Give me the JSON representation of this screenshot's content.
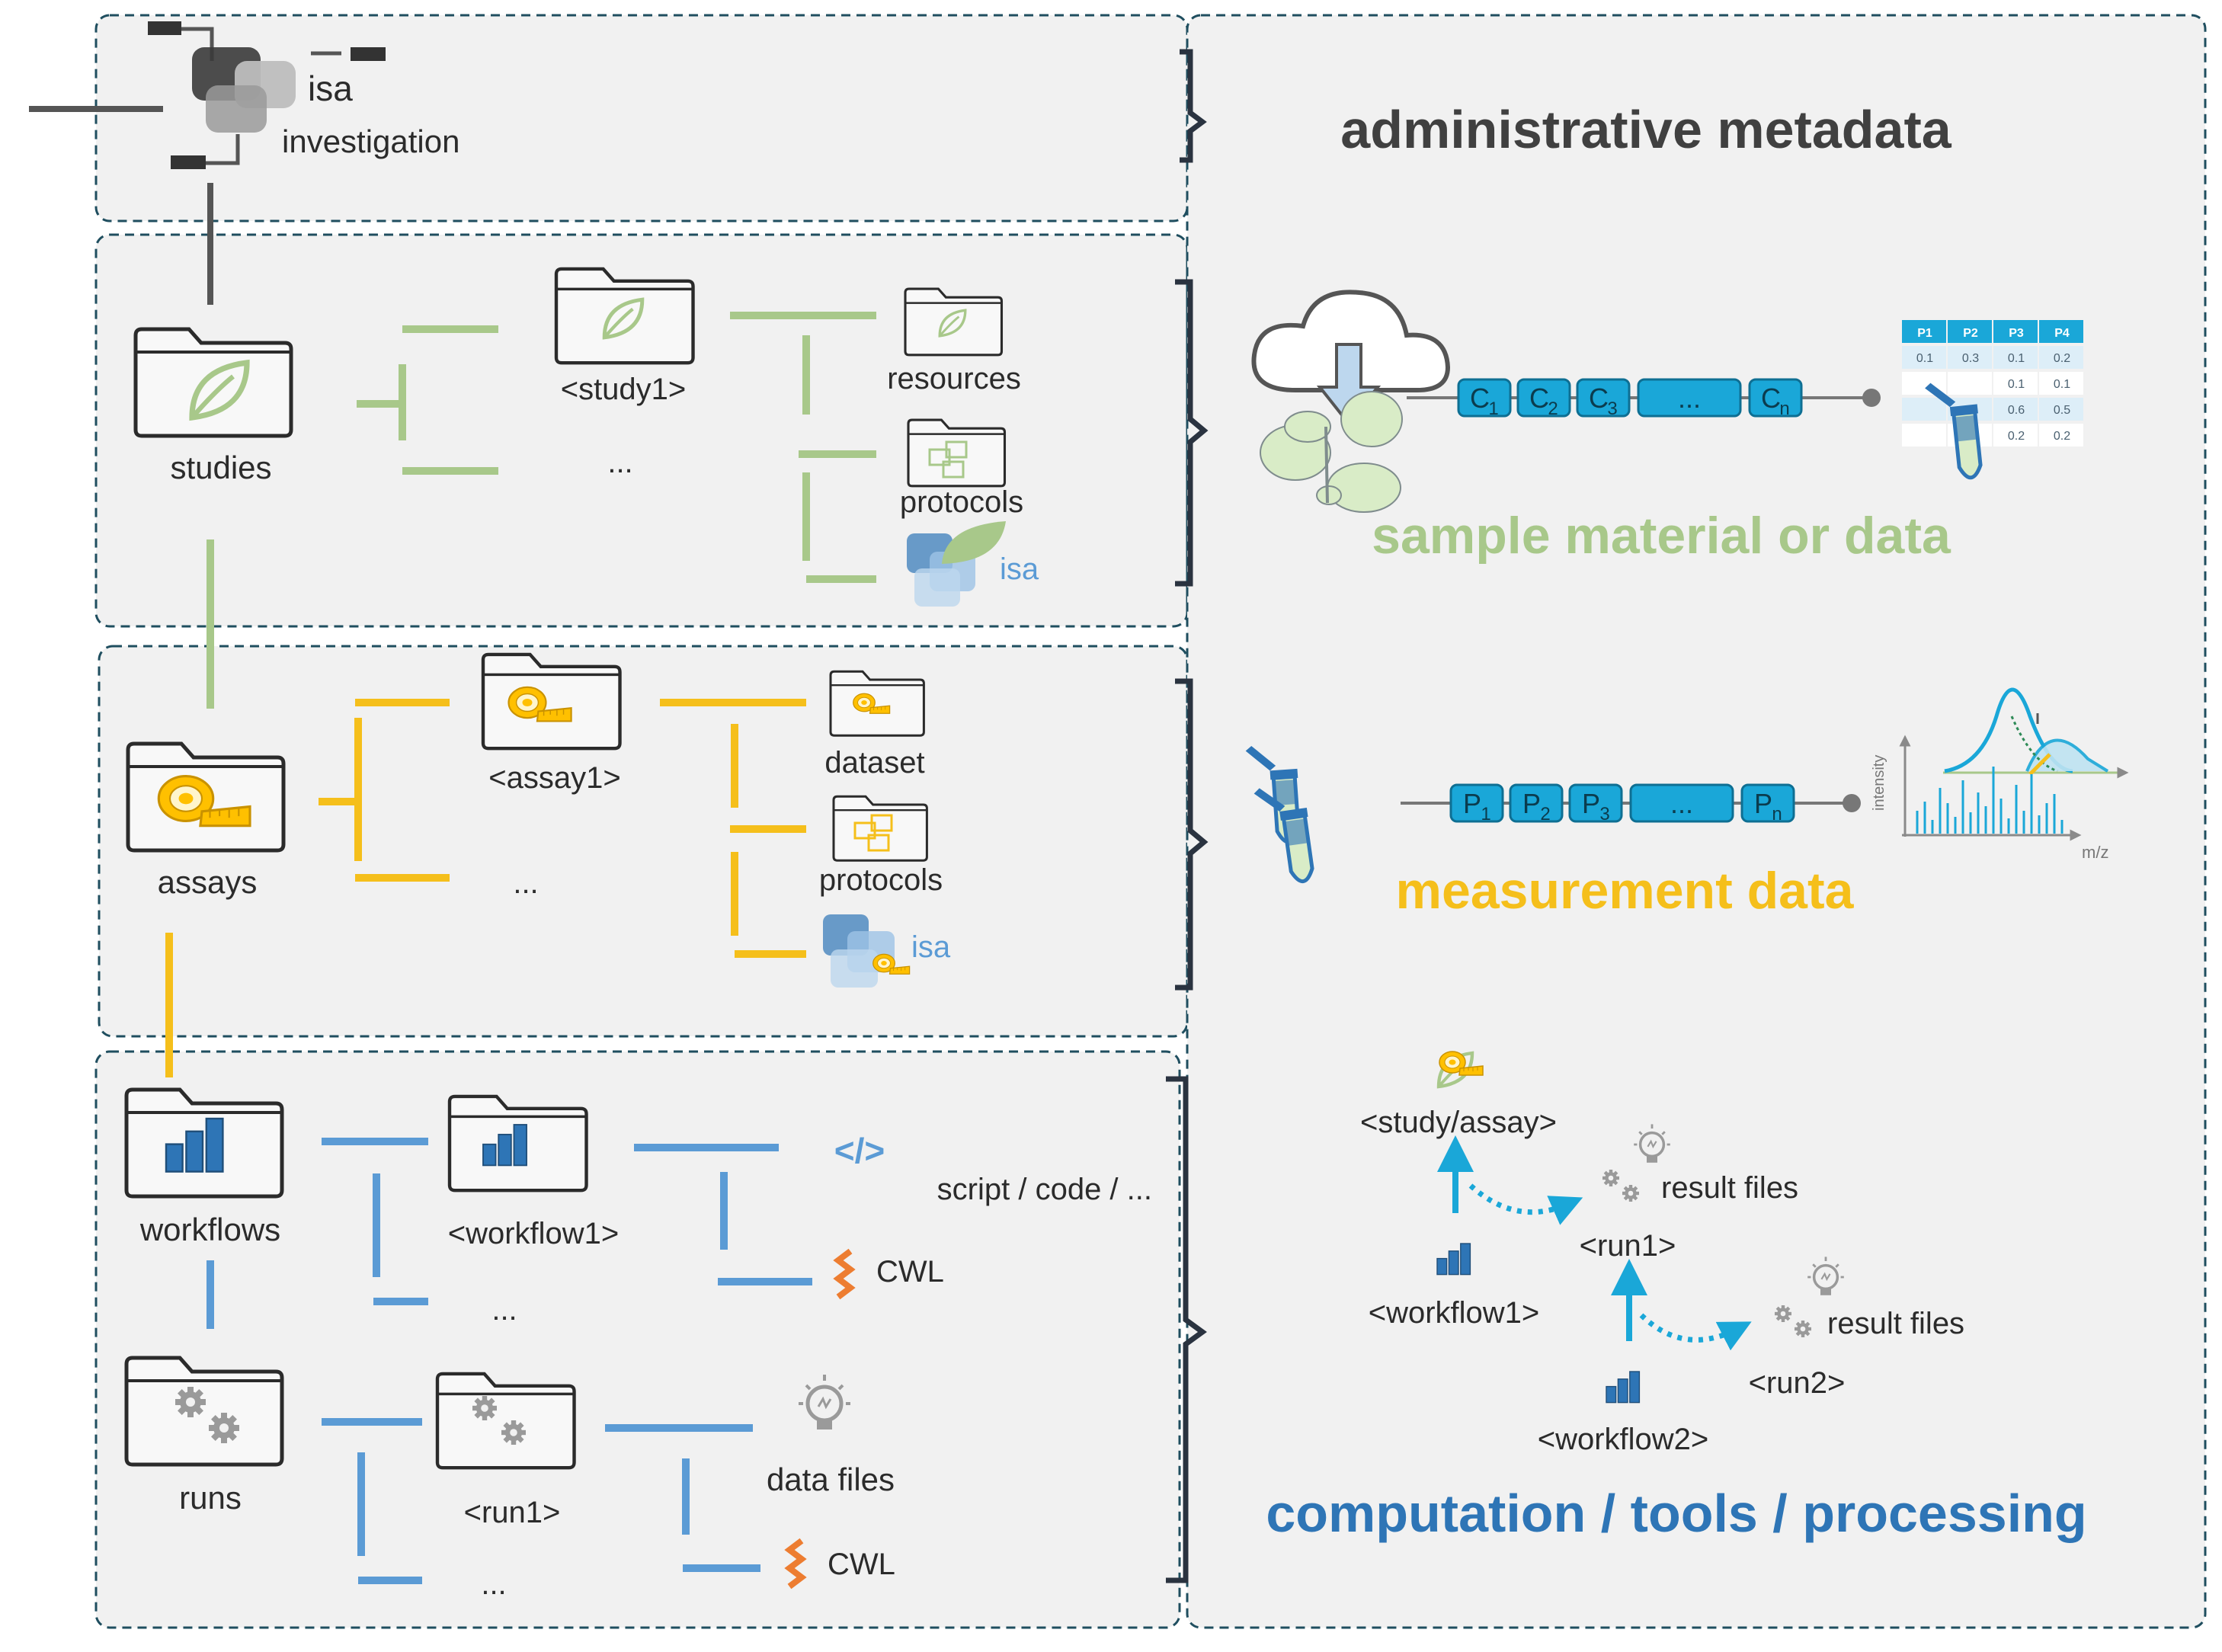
{
  "colors": {
    "panel_bg": "#f1f1f1",
    "panel_border": "#1f4e5f",
    "gray": "#555555",
    "green": "#a8c88a",
    "yellow": "#f5bf1b",
    "blue": "#5b9bd5",
    "dark_blue": "#2e75b6",
    "cyan": "#1aa7d8",
    "orange": "#ed7d31",
    "bracket": "#2a3340"
  },
  "investigation": {
    "label": "investigation",
    "logo_text": "isa"
  },
  "studies": {
    "label": "studies",
    "study1": "<study1>",
    "ellipsis": "...",
    "resources": "resources",
    "protocols": "protocols",
    "logo_text": "isa"
  },
  "assays": {
    "label": "assays",
    "assay1": "<assay1>",
    "ellipsis": "...",
    "dataset": "dataset",
    "protocols": "protocols",
    "logo_text": "isa"
  },
  "workflows": {
    "label": "workflows",
    "workflow1": "<workflow1>",
    "ellipsis": "...",
    "script": "script / code /  ...",
    "code_icon": "</>",
    "cwl": "CWL"
  },
  "runs": {
    "label": "runs",
    "run1": "<run1>",
    "ellipsis": "...",
    "data_files": "data files",
    "cwl": "CWL"
  },
  "right": {
    "admin_title": "administrative metadata",
    "sample_title": "sample material or data",
    "measurement_title": "measurement data",
    "computation_title": "computation / tools / processing",
    "sample_chain": [
      "C",
      "C",
      "C",
      "...",
      "C"
    ],
    "sample_chain_subs": [
      "1",
      "2",
      "3",
      "",
      "n"
    ],
    "measure_chain": [
      "P",
      "P",
      "P",
      "...",
      "P"
    ],
    "measure_chain_subs": [
      "1",
      "2",
      "3",
      "",
      "n"
    ],
    "table_header": [
      "P1",
      "P2",
      "P3",
      "P4"
    ],
    "table_rows": [
      [
        "0.1",
        "0.3",
        "0.1",
        "0.2"
      ],
      [
        "",
        "",
        "0.1",
        "0.1"
      ],
      [
        "",
        "",
        "0.6",
        "0.5"
      ],
      [
        "",
        "",
        "0.2",
        "0.2"
      ]
    ],
    "spectrum_ylabel": "intensity",
    "spectrum_xlabel": "m/z",
    "study_assay": "<study/assay>",
    "result_files_1": "result files",
    "run1": "<run1>",
    "workflow1": "<workflow1>",
    "result_files_2": "result files",
    "run2": "<run2>",
    "workflow2": "<workflow2>"
  }
}
